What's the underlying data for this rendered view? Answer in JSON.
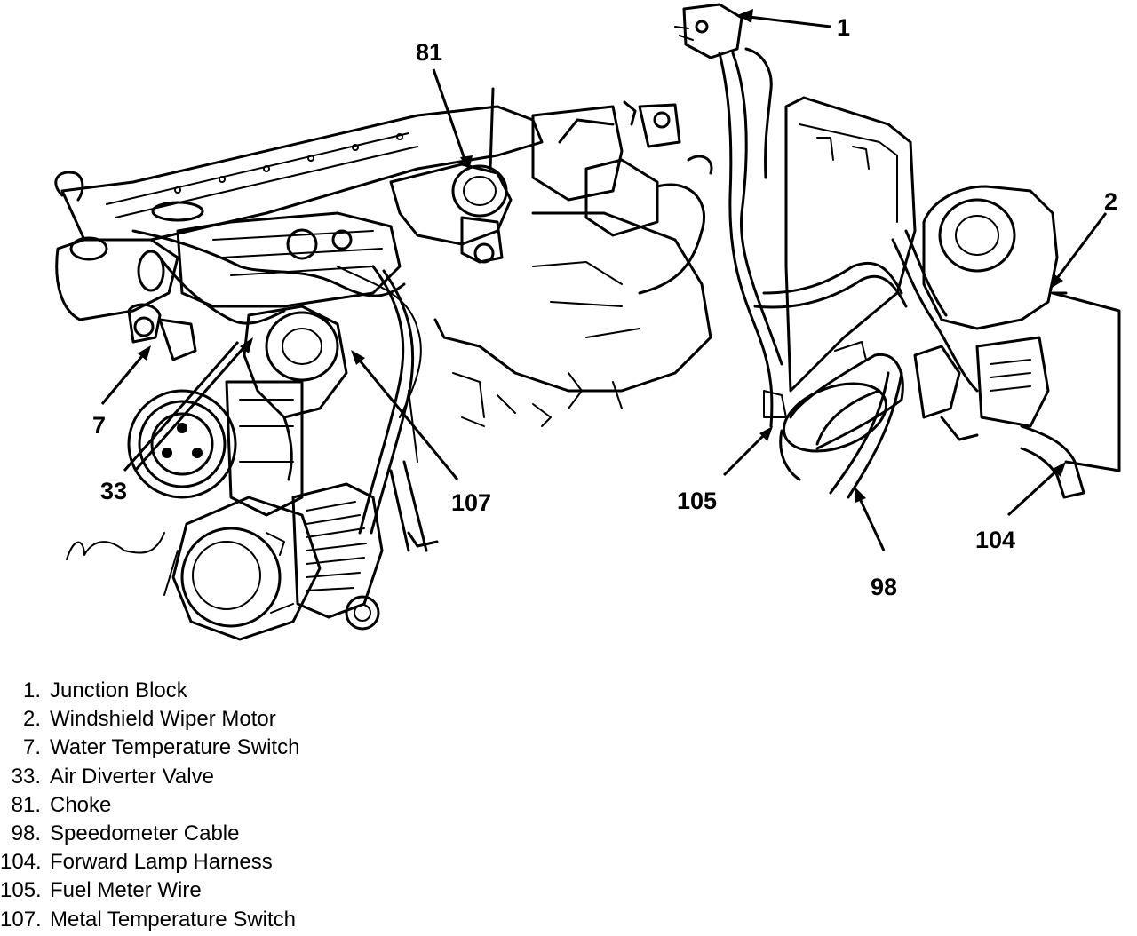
{
  "callouts": {
    "c1": "1",
    "c2": "2",
    "c7": "7",
    "c33": "33",
    "c81": "81",
    "c98": "98",
    "c104": "104",
    "c105": "105",
    "c107": "107"
  },
  "legend": [
    {
      "num": "1.",
      "label": "Junction Block"
    },
    {
      "num": "2.",
      "label": "Windshield Wiper Motor"
    },
    {
      "num": "7.",
      "label": "Water Temperature Switch"
    },
    {
      "num": "33.",
      "label": "Air Diverter Valve"
    },
    {
      "num": "81.",
      "label": "Choke"
    },
    {
      "num": "98.",
      "label": "Speedometer Cable"
    },
    {
      "num": "104.",
      "label": "Forward Lamp Harness"
    },
    {
      "num": "105.",
      "label": "Fuel Meter Wire"
    },
    {
      "num": "107.",
      "label": "Metal Temperature Switch"
    }
  ]
}
